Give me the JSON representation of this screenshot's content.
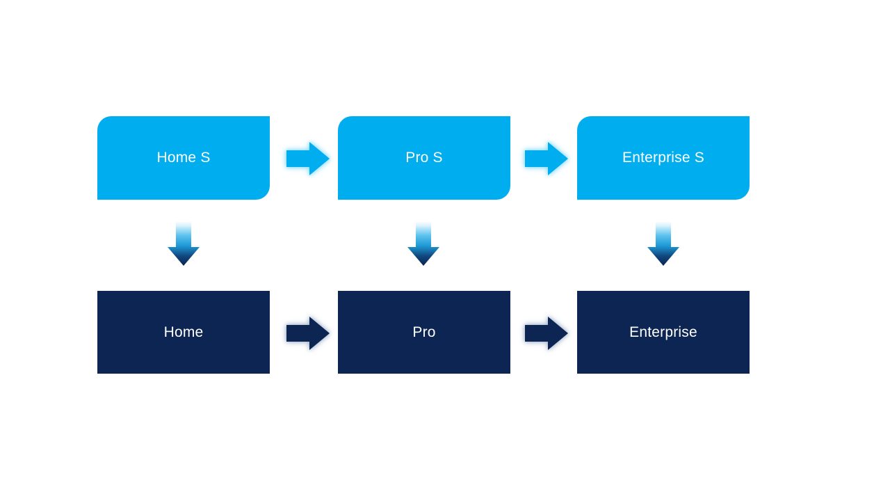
{
  "diagram": {
    "top_row": [
      {
        "label": "Home S"
      },
      {
        "label": "Pro S"
      },
      {
        "label": "Enterprise S"
      }
    ],
    "bottom_row": [
      {
        "label": "Home"
      },
      {
        "label": "Pro"
      },
      {
        "label": "Enterprise"
      }
    ],
    "colors": {
      "top_box_fill": "#00AEEF",
      "bottom_box_fill": "#0C2552",
      "label_text": "#FFFFFF",
      "top_arrow_fill": "#00AEEF",
      "top_arrow_glow": "#8ADCF8",
      "bottom_arrow_fill": "#0C2552",
      "bottom_arrow_glow": "#A6B6CE",
      "vertical_arrow_gradient": [
        "#FFFFFF",
        "#5BC2EE",
        "#1E9AD6",
        "#0B2350"
      ],
      "background": "#FFFFFF"
    }
  }
}
